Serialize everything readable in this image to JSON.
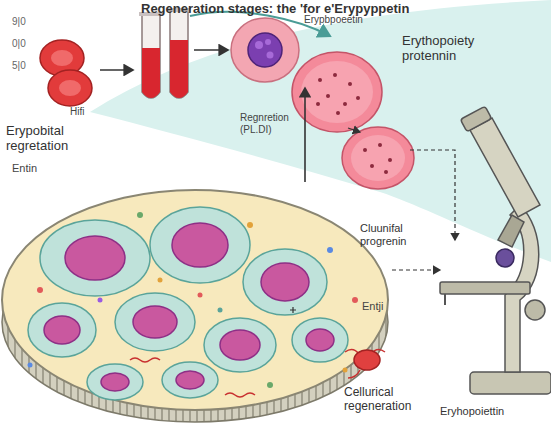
{
  "diagram": {
    "title": "Regeneration stages: the 'for e'Erypyppetin",
    "labels": [
      "9|0",
      "0|0",
      "5|0",
      "Hifi",
      "Erypobital regretation",
      "Entin",
      "Regnretion (PL.DI)",
      "Erypbpoeetin",
      "Erythopoiety protennin",
      "Cluunifal progrenin",
      "Entji",
      "Cellurical regeneration",
      "Eryhopoiettin"
    ]
  }
}
